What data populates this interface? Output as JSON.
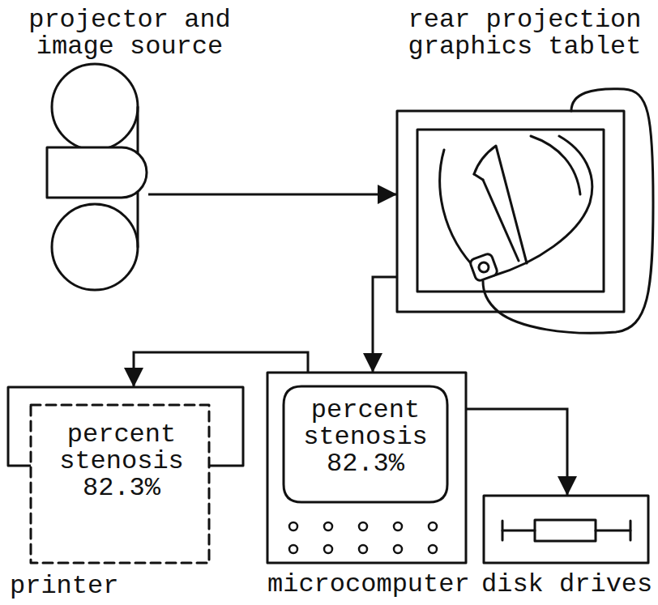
{
  "diagram": {
    "nodes": [
      {
        "text": [
          "projector and image source"
        ]
      },
      {
        "text": [
          "rear projection graphics tablet"
        ]
      },
      {
        "text": [
          "percent stenosis 82.3%",
          "printer"
        ]
      },
      {
        "text": [
          "percent stenosis 82.3%",
          "microcomputer"
        ]
      },
      {
        "text": [
          "disk drives"
        ]
      }
    ],
    "edges": [
      {
        "from": 0,
        "to": 1,
        "arrow": "to"
      },
      {
        "from": 1,
        "to": 3,
        "arrow": "to"
      },
      {
        "from": 3,
        "to": 2,
        "arrow": "to"
      },
      {
        "from": 3,
        "to": 4,
        "arrow": "to"
      }
    ]
  }
}
